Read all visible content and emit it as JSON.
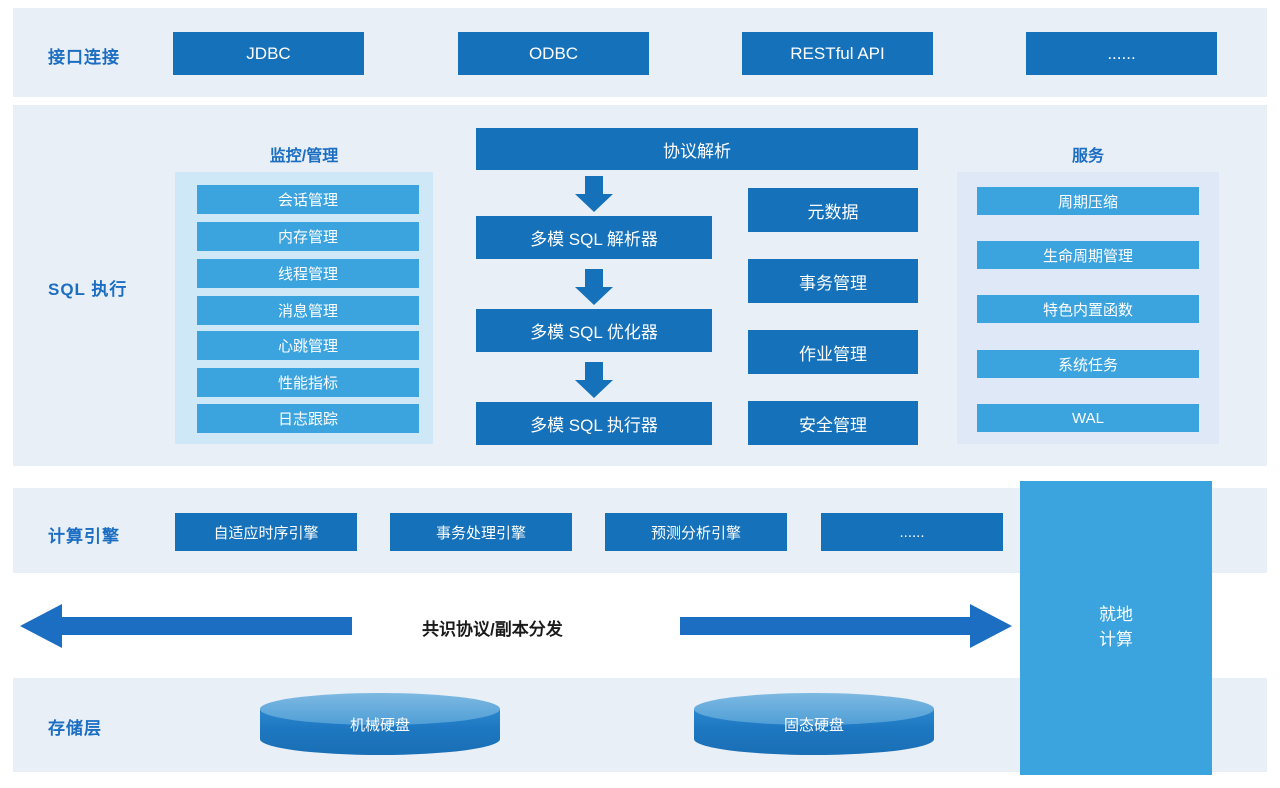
{
  "theme": {
    "panel_bg": "#e9eff7",
    "dark_blue": "#1571b9",
    "light_blue": "#3ba3de",
    "cyan_container": "#cfe8f8",
    "blue_container": "#dee8f6",
    "label_blue": "#1b6ec2",
    "page_bg": "#ffffff"
  },
  "interface_row": {
    "label": "接口连接",
    "items": [
      {
        "label": "JDBC"
      },
      {
        "label": "ODBC"
      },
      {
        "label": "RESTful API"
      },
      {
        "label": "......"
      }
    ]
  },
  "sql_row": {
    "label": "SQL 执行",
    "monitor_column": {
      "title": "监控/管理",
      "items": [
        {
          "label": "会话管理"
        },
        {
          "label": "内存管理"
        },
        {
          "label": "线程管理"
        },
        {
          "label": "消息管理"
        },
        {
          "label": "心跳管理"
        },
        {
          "label": "性能指标"
        },
        {
          "label": "日志跟踪"
        }
      ]
    },
    "pipeline": {
      "header": "协议解析",
      "stages": [
        {
          "label": "多模 SQL 解析器"
        },
        {
          "label": "多模 SQL 优化器"
        },
        {
          "label": "多模 SQL 执行器"
        }
      ],
      "arrow_icon": "arrow-down-icon"
    },
    "management_column": {
      "items": [
        {
          "label": "元数据"
        },
        {
          "label": "事务管理"
        },
        {
          "label": "作业管理"
        },
        {
          "label": "安全管理"
        }
      ]
    },
    "service_column": {
      "title": "服务",
      "items": [
        {
          "label": "周期压缩"
        },
        {
          "label": "生命周期管理"
        },
        {
          "label": "特色内置函数"
        },
        {
          "label": "系统任务"
        },
        {
          "label": "WAL"
        }
      ]
    }
  },
  "compute_row": {
    "label": "计算引擎",
    "items": [
      {
        "label": "自适应时序引擎"
      },
      {
        "label": "事务处理引擎"
      },
      {
        "label": "预测分析引擎"
      },
      {
        "label": "......"
      }
    ]
  },
  "consensus_band": {
    "label": "共识协议/副本分发",
    "left_arrow_icon": "arrow-left-icon",
    "right_arrow_icon": "arrow-right-icon"
  },
  "storage_row": {
    "label": "存储层",
    "items": [
      {
        "label": "机械硬盘",
        "icon": "cylinder-disk-icon"
      },
      {
        "label": "固态硬盘",
        "icon": "cylinder-disk-icon"
      }
    ]
  },
  "side_column": {
    "line1": "就地",
    "line2": "计算"
  }
}
